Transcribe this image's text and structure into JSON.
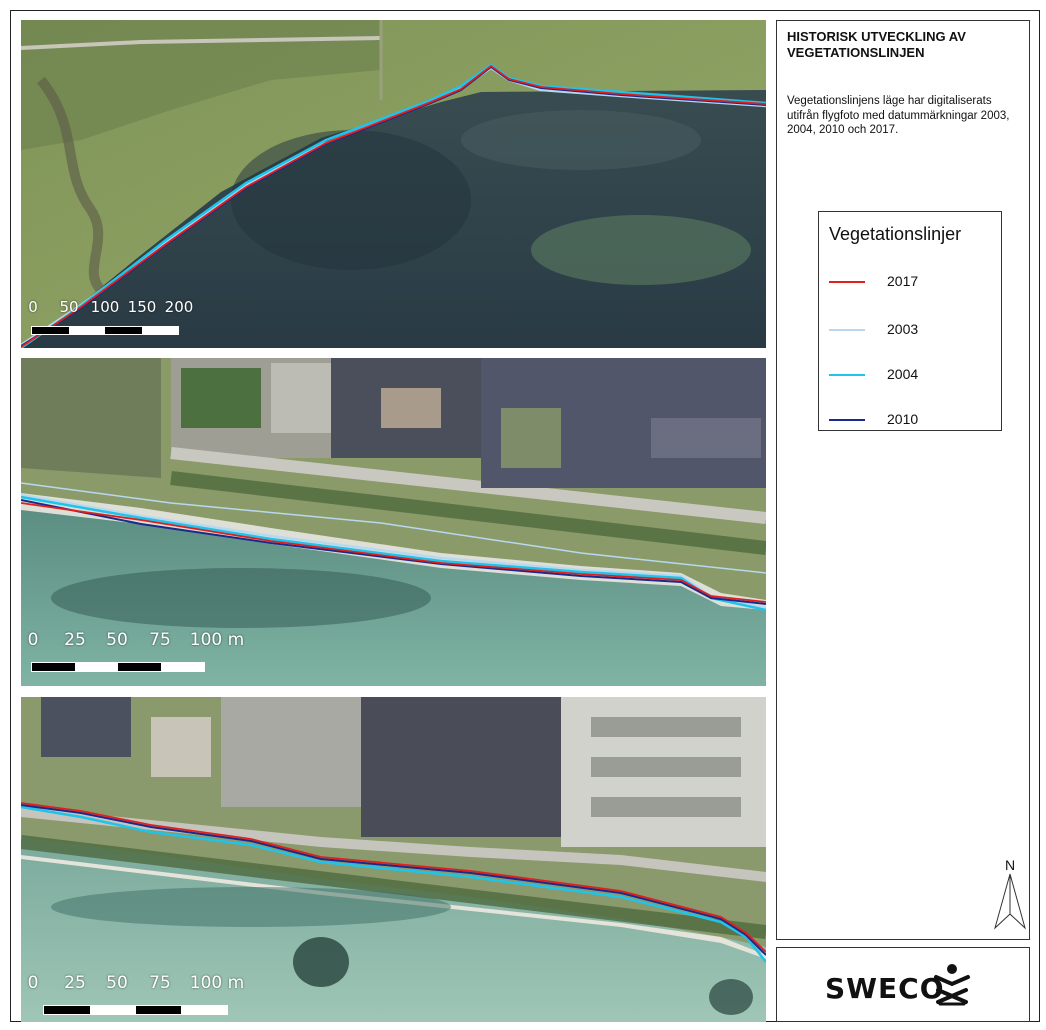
{
  "title": "HISTORISK UTVECKLING AV VEGETATIONSLINJEN",
  "description": "Vegetationslinjens läge har digitaliserats utifrån flygfoto med datummärkningar 2003, 2004, 2010 och 2017.",
  "legend": {
    "title": "Vegetationslinjer",
    "items": [
      {
        "label": "2017",
        "color": "#e0201c"
      },
      {
        "label": "2003",
        "color": "#b8d8f0"
      },
      {
        "label": "2004",
        "color": "#1ec4ea"
      },
      {
        "label": "2010",
        "color": "#1a2a8c"
      }
    ]
  },
  "panels": [
    {
      "scale_labels": [
        "0",
        "50",
        "100",
        "150",
        "200"
      ]
    },
    {
      "scale_labels": [
        "0",
        "25",
        "50",
        "75",
        "100 m"
      ]
    },
    {
      "scale_labels": [
        "0",
        "25",
        "50",
        "75",
        "100 m"
      ]
    }
  ],
  "north_label": "N",
  "logo_text": "SWECO"
}
